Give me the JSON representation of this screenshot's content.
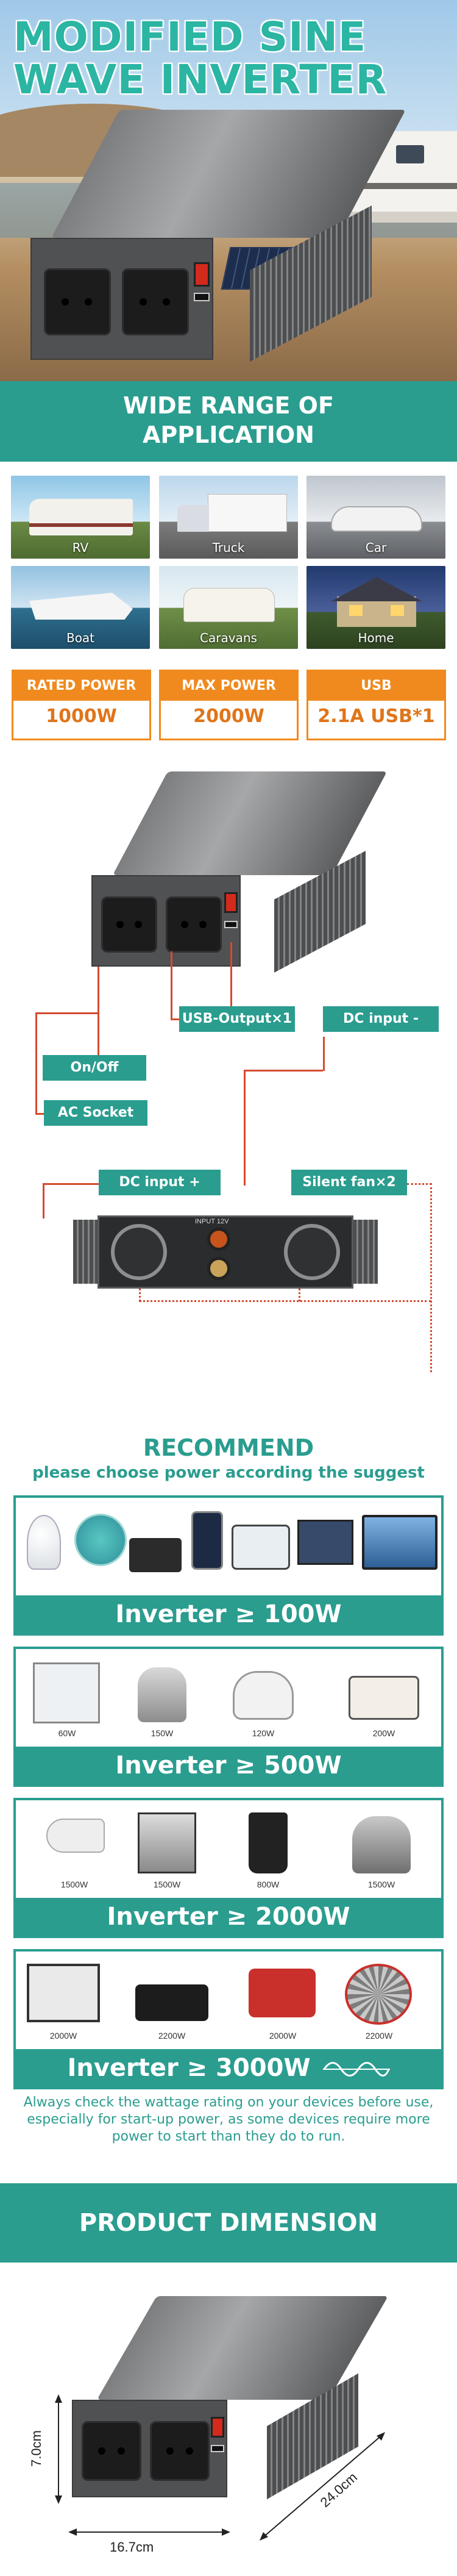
{
  "hero": {
    "title_line1": "MODIFIED SINE",
    "title_line2": "WAVE INVERTER"
  },
  "applications": {
    "title_line1": "WIDE RANGE OF",
    "title_line2": "APPLICATION",
    "items": [
      {
        "label": "RV"
      },
      {
        "label": "Truck"
      },
      {
        "label": "Car"
      },
      {
        "label": "Boat"
      },
      {
        "label": "Caravans"
      },
      {
        "label": "Home"
      }
    ]
  },
  "specs": [
    {
      "label": "RATED POWER",
      "value": "1000W"
    },
    {
      "label": "MAX POWER",
      "value": "2000W"
    },
    {
      "label": "USB",
      "value": "2.1A USB*1"
    }
  ],
  "callouts": {
    "on_off": "On/Off",
    "usb_output": "USB-Output×1",
    "dc_input_minus": "DC input -",
    "ac_socket": "AC Socket",
    "dc_input_plus": "DC input +",
    "silent_fan": "Silent fan×2",
    "back_panel_text": "INPUT 12V"
  },
  "recommend": {
    "title": "RECOMMEND",
    "subtitle": "please choose power according the suggest",
    "tiers": [
      {
        "label": "Inverter ≥ 100W",
        "watts": []
      },
      {
        "label": "Inverter ≥ 500W",
        "watts": [
          "60W",
          "150W",
          "120W",
          "200W"
        ]
      },
      {
        "label": "Inverter ≥ 2000W",
        "watts": [
          "1500W",
          "1500W",
          "800W",
          "1500W"
        ]
      },
      {
        "label": "Inverter ≥ 3000W",
        "watts": [
          "2000W",
          "2200W",
          "2000W",
          "2200W"
        ]
      }
    ],
    "note": "Always check the wattage rating on your devices before use, especially for start-up power, as some devices require more power to start than they do to run."
  },
  "dimension": {
    "title": "PRODUCT DIMENSION",
    "height": "7.0cm",
    "width": "16.7cm",
    "length": "24.0cm"
  },
  "colors": {
    "teal": "#2a9d8f",
    "orange": "#f08a1e",
    "red_line": "#d64a2f"
  }
}
